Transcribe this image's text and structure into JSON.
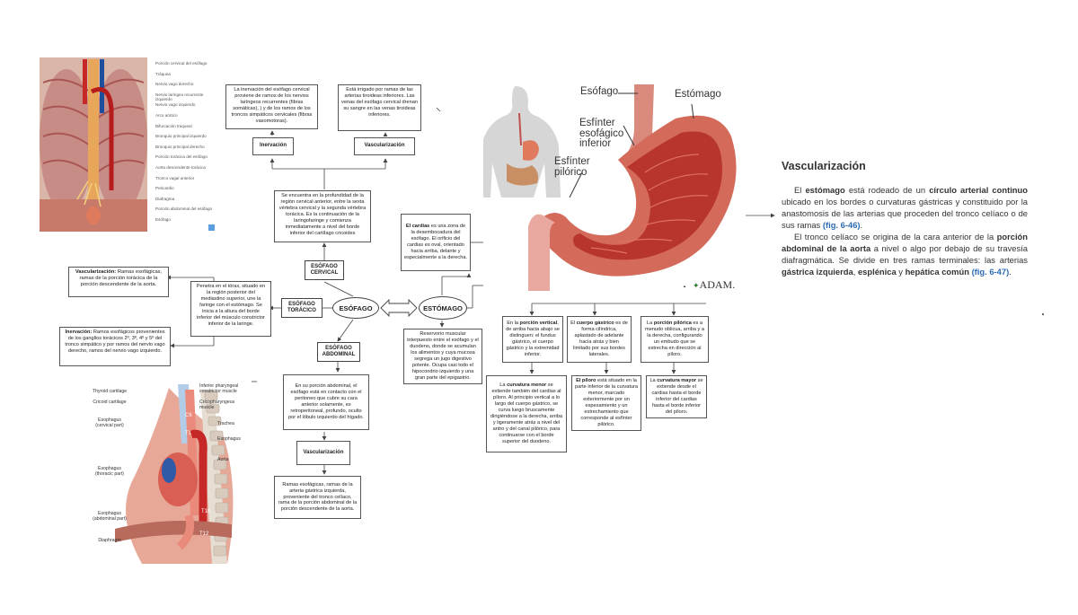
{
  "thorax_labels": [
    "Porción cervical del esófago",
    "Tráquea",
    "Nervio vago derecho",
    "Nervio laríngeo recurrente izquierdo",
    "Nervio vago izquierdo",
    "Arco aórtico",
    "Bifurcación traqueal",
    "Bronquio principal izquierdo",
    "Bronquio principal derecho",
    "Porción torácica del esófago",
    "Aorta descendente torácica",
    "Tronco vagal anterior",
    "Pericardio",
    "Diafragma",
    "Porción abdominal del esófago",
    "Esófago"
  ],
  "lateral_labels": {
    "left": [
      "Thyroid cartilage",
      "Cricoid cartilage",
      "Esophagus\n(cervical part)",
      "Esophagus\n(thoracic part)",
      "Esophagus\n(abdominal part)",
      "Diaphragm"
    ],
    "right": [
      "Inferior pharyngeal\nconstrictor muscle",
      "Cricopharyngeus\nmuscle",
      "Trachea",
      "Esophagus",
      "Aorta"
    ],
    "vertebrae": [
      "C6",
      "T1",
      "T10",
      "T12"
    ]
  },
  "stomach_labels": {
    "esofago": "Esófago",
    "estomago": "Estómago",
    "esfinter_inferior": "Esfínter\nesofágico\ninferior",
    "esfinter_pilorico": "Esfínter\npilórico",
    "brand": "ADAM."
  },
  "map": {
    "esofago": "ESÓFAGO",
    "estomago": "ESTÓMAGO",
    "cervical": "ESÓFAGO\nCERVICAL",
    "toracico": "ESÓFAGO\nTORÁCICO",
    "abdominal": "ESÓFAGO\nABDOMINAL",
    "inervacion": "Inervación",
    "vascularizacion": "Vascularización",
    "inervacion_text": "La inervación del esófago cervical proviene de ramos de los nervios laríngeos recurrentes (fibras somáticas), ) y de los ramos de los troncos simpáticos cervicales (fibras vasomotoras).",
    "vasc_cervical_text": "Está irrigado por ramas de las arterias tiroideas inferiores. Las venas del esófago cervical drenan su sangre en las venas tiroideas inferiores.",
    "cervical_text": "Se encuentra en la profundidad de la región cervical anterior, entre la sexta vértebra cervical y la segunda vértebra torácica. Es la continuación de la laringofaringe y comienza inmediatamente a nivel del borde inferior del cartílago cricoides",
    "toracico_text": "Penetra en el tórax, situado en la región posterior del mediastino superior, une la faringe con el estómago. Se inicia a la altura del borde inferior del músculo constrictor inferior de la laringe.",
    "vasc_toracico_label": "Vascularización:",
    "vasc_toracico_text": "Ramas esofágicas, ramas de la porción torácica de la porción descendente de la aorta.",
    "inerv_toracico_label": "Inervación:",
    "inerv_toracico_text": "Ramos esofágicos provenientes de los ganglios torácicos 2º, 3º, 4º y 5º del tronco simpático y por ramos del nervio vago derecho, ramos del nervio vago izquierdo.",
    "abdominal_text": "En su porción abdominal, el esófago está en contacto con el peritoneo que cubre su cara anterior solamente, es retroperitoneal, profundo, oculto por el lóbulo izquierdo del hígado.",
    "vasc_abdominal": "Vascularización",
    "vasc_abdominal_text": "Ramas esofágicas, ramas de la arteria gástrica izquierda, proveniente del tronco celíaco, rama de la porción abdominal de la porción descendente de la aorta.",
    "cardias_bold": "El cardias",
    "cardias_text": "es una zona de la desembocadura del esófago. El orificio del cardias es oval, orientado hacia arriba, delante y especialmente a la derecha.",
    "estomago_text": "Reservorio muscular interpuesto entre el esófago y el duodeno, donde se acumulan los alimentos y cuya mucosa segrega un jugo digestivo potente. Ocupa casi todo el hipocondrio izquierdo y una gran parte del epigastrio.",
    "vertical_pre": "En la",
    "vertical_bold": "porción vertical",
    "vertical_text": ", de arriba hacia abajo se distinguen: el fundus gástrico, el cuerpo gástrico y la extremidad inferior.",
    "cuerpo_pre": "El",
    "cuerpo_bold": "cuerpo gástrico",
    "cuerpo_text": "es de forma cilíndrica, aplastado de adelante hacia atrás y bien limitado por sus bordes laterales.",
    "pilorica_pre": "La",
    "pilorica_bold": "porción pilórica",
    "pilorica_text": "es a menudo oblicua, arriba y a la derecha, configurando un embudo que se estrecha en dirección al píloro.",
    "menor_pre": "La",
    "menor_bold": "curvatura menor",
    "menor_text": "se extiende también del cardias al píloro. Al principio vertical a lo largo del cuerpo gástrico, se curva luego bruscamente dirigiéndose a la derecha, arriba y ligeramente atrás a nivel del antro y del canal pilórico, para continuarse con el borde superior del duodeno.",
    "piloro_bold": "El píloro",
    "piloro_text": "está situado en la parte inferior de la curvatura menor, marcado exteriormente por un espesamiento y un estrechamiento que corresponde al esfínter pilórico.",
    "mayor_pre": "La",
    "mayor_bold": "curvatura mayor",
    "mayor_text": "se extiende desde el cardias hasta el borde inferior del cardias hasta el borde inferior del píloro."
  },
  "vasc_panel": {
    "title": "Vascularización",
    "p1": [
      "El ",
      "estómago",
      " está rodeado de un ",
      "círculo arterial continuo",
      " ubicado en los bordes o curvaturas gástricas y constituido por la anastomosis de las arterias que proceden del tronco celíaco o de sus ramas ",
      "(fig. 6-46)",
      "."
    ],
    "p2": [
      "El tronco celíaco se origina de la cara anterior de la ",
      "porción abdominal de la aorta",
      " a nivel o algo por debajo de su travesía diafragmática. Se divide en tres ramas terminales: las arterias ",
      "gástrica izquierda",
      ", ",
      "esplénica",
      " y ",
      "hepática común",
      " ",
      "(fig. 6-47)",
      "."
    ]
  }
}
